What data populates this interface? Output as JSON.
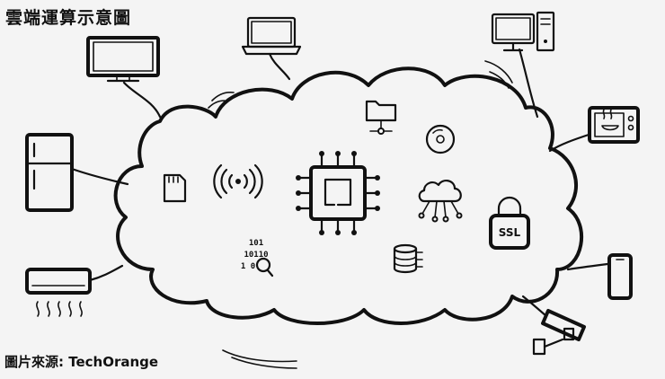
{
  "title": "雲端運算示意圖",
  "credit": "圖片來源: TechOrange",
  "cloud_icons": {
    "binary_lines": [
      "101",
      "10110",
      "1 0"
    ],
    "ssl_label": "SSL"
  },
  "devices": [
    "tv-monitor-icon",
    "laptop-icon",
    "desktop-computer-icon",
    "microwave-icon",
    "refrigerator-icon",
    "air-conditioner-icon",
    "smartphone-icon",
    "security-camera-icon"
  ],
  "colors": {
    "ink": "#111111",
    "background": "#f4f4f4"
  }
}
